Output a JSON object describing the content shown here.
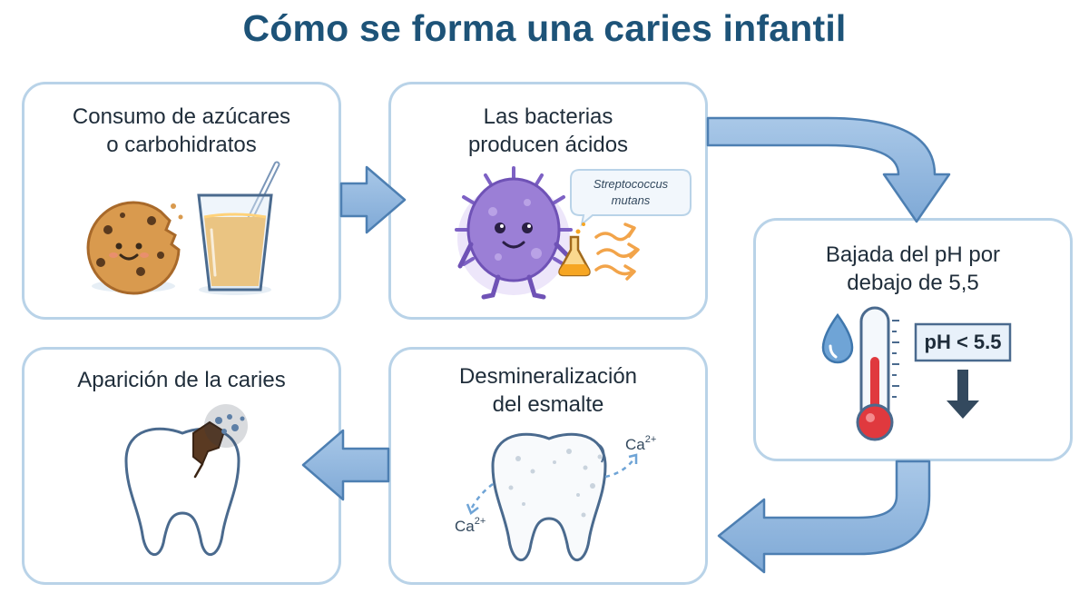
{
  "title": "Cómo se forma una caries infantil",
  "steps": [
    {
      "id": "sugar",
      "label_lines": [
        "Consumo de azúcares",
        "o carbohidratos"
      ],
      "icons": [
        "cookie-icon",
        "juice-glass-icon"
      ]
    },
    {
      "id": "bacteria",
      "label_lines": [
        "Las bacterias",
        "producen ácidos"
      ],
      "bubble": "Streptococcus mutans",
      "icons": [
        "bacteria-icon",
        "flask-icon",
        "acid-arrows-icon"
      ]
    },
    {
      "id": "ph",
      "label_lines": [
        "Bajada del pH por",
        "debajo de 5,5"
      ],
      "ph_badge": "pH < 5.5",
      "icons": [
        "water-drop-icon",
        "thermometer-icon",
        "down-arrow-icon"
      ]
    },
    {
      "id": "demineralization",
      "label_lines": [
        "Desmineralización",
        "del esmalte"
      ],
      "ion_label": "Ca",
      "ion_charge": "2+",
      "icons": [
        "tooth-icon",
        "calcium-ion-icon"
      ]
    },
    {
      "id": "caries",
      "label_lines": [
        "Aparición de la caries"
      ],
      "icons": [
        "decayed-tooth-icon",
        "bacteria-cluster-icon"
      ]
    }
  ],
  "colors": {
    "title": "#1d5378",
    "card_border": "#b9d3e8",
    "flow_arrow": "#8fb5dd",
    "flow_arrow_outline": "#4d7fb2",
    "bacteria": "#9b7fd6",
    "juice": "#f6a623",
    "thermometer_red": "#e0393e"
  }
}
